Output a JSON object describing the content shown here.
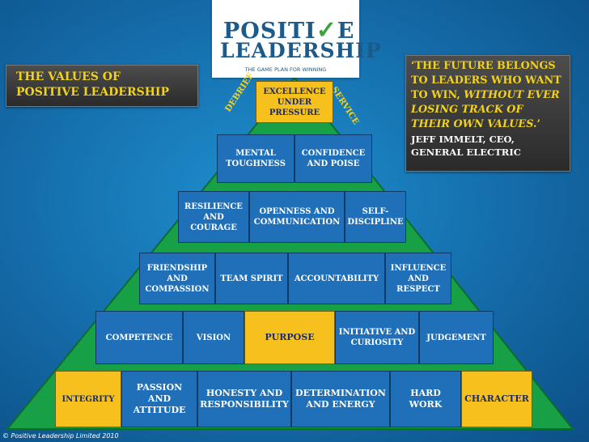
{
  "logo": {
    "line1_prefix": "POSITI",
    "line1_check": "✓",
    "line1_suffix": "E",
    "line2": "LEADERSHIP",
    "tagline": "THE GAME PLAN FOR WINNING"
  },
  "title": {
    "line1": "THE VALUES OF",
    "line2": "POSITIVE LEADERSHIP"
  },
  "quote": {
    "part1": "‘THE FUTURE BELONGS TO LEADERS WHO WANT TO WIN, ",
    "part2": "WITHOUT EVER LOSING TRACK OF THEIR OWN VALUES.",
    "part3": "’",
    "author_line1": "JEFF IMMELT, CEO,",
    "author_line2": "GENERAL ELECTRIC"
  },
  "pyramid": {
    "side_left": "DEBRIEF",
    "side_right": "SERVICE",
    "row1": [
      "EXCELLENCE UNDER PRESSURE"
    ],
    "row2": [
      "MENTAL TOUGHNESS",
      "CONFIDENCE AND POISE"
    ],
    "row3": [
      "RESILIENCE AND COURAGE",
      "OPENNESS AND COMMUNICATION",
      "SELF-DISCIPLINE"
    ],
    "row4": [
      "FRIENDSHIP AND COMPASSION",
      "TEAM SPIRIT",
      "ACCOUNTABILITY",
      "INFLUENCE AND RESPECT"
    ],
    "row5": [
      "COMPETENCE",
      "VISION",
      "PURPOSE",
      "INITIATIVE AND CURIOSITY",
      "JUDGEMENT"
    ],
    "row6": [
      "INTEGRITY",
      "PASSION AND ATTITUDE",
      "HONESTY AND RESPONSIBILITY",
      "DETERMINATION AND ENERGY",
      "HARD WORK",
      "CHARACTER"
    ]
  },
  "colors": {
    "background": "#1672b0",
    "pyramid_fill": "#18a046",
    "cell_blue": "#1f70b8",
    "cell_gold": "#f6c11d",
    "title_text": "#f3d21c"
  },
  "footer": "© Positive Leadership Limited 2010"
}
